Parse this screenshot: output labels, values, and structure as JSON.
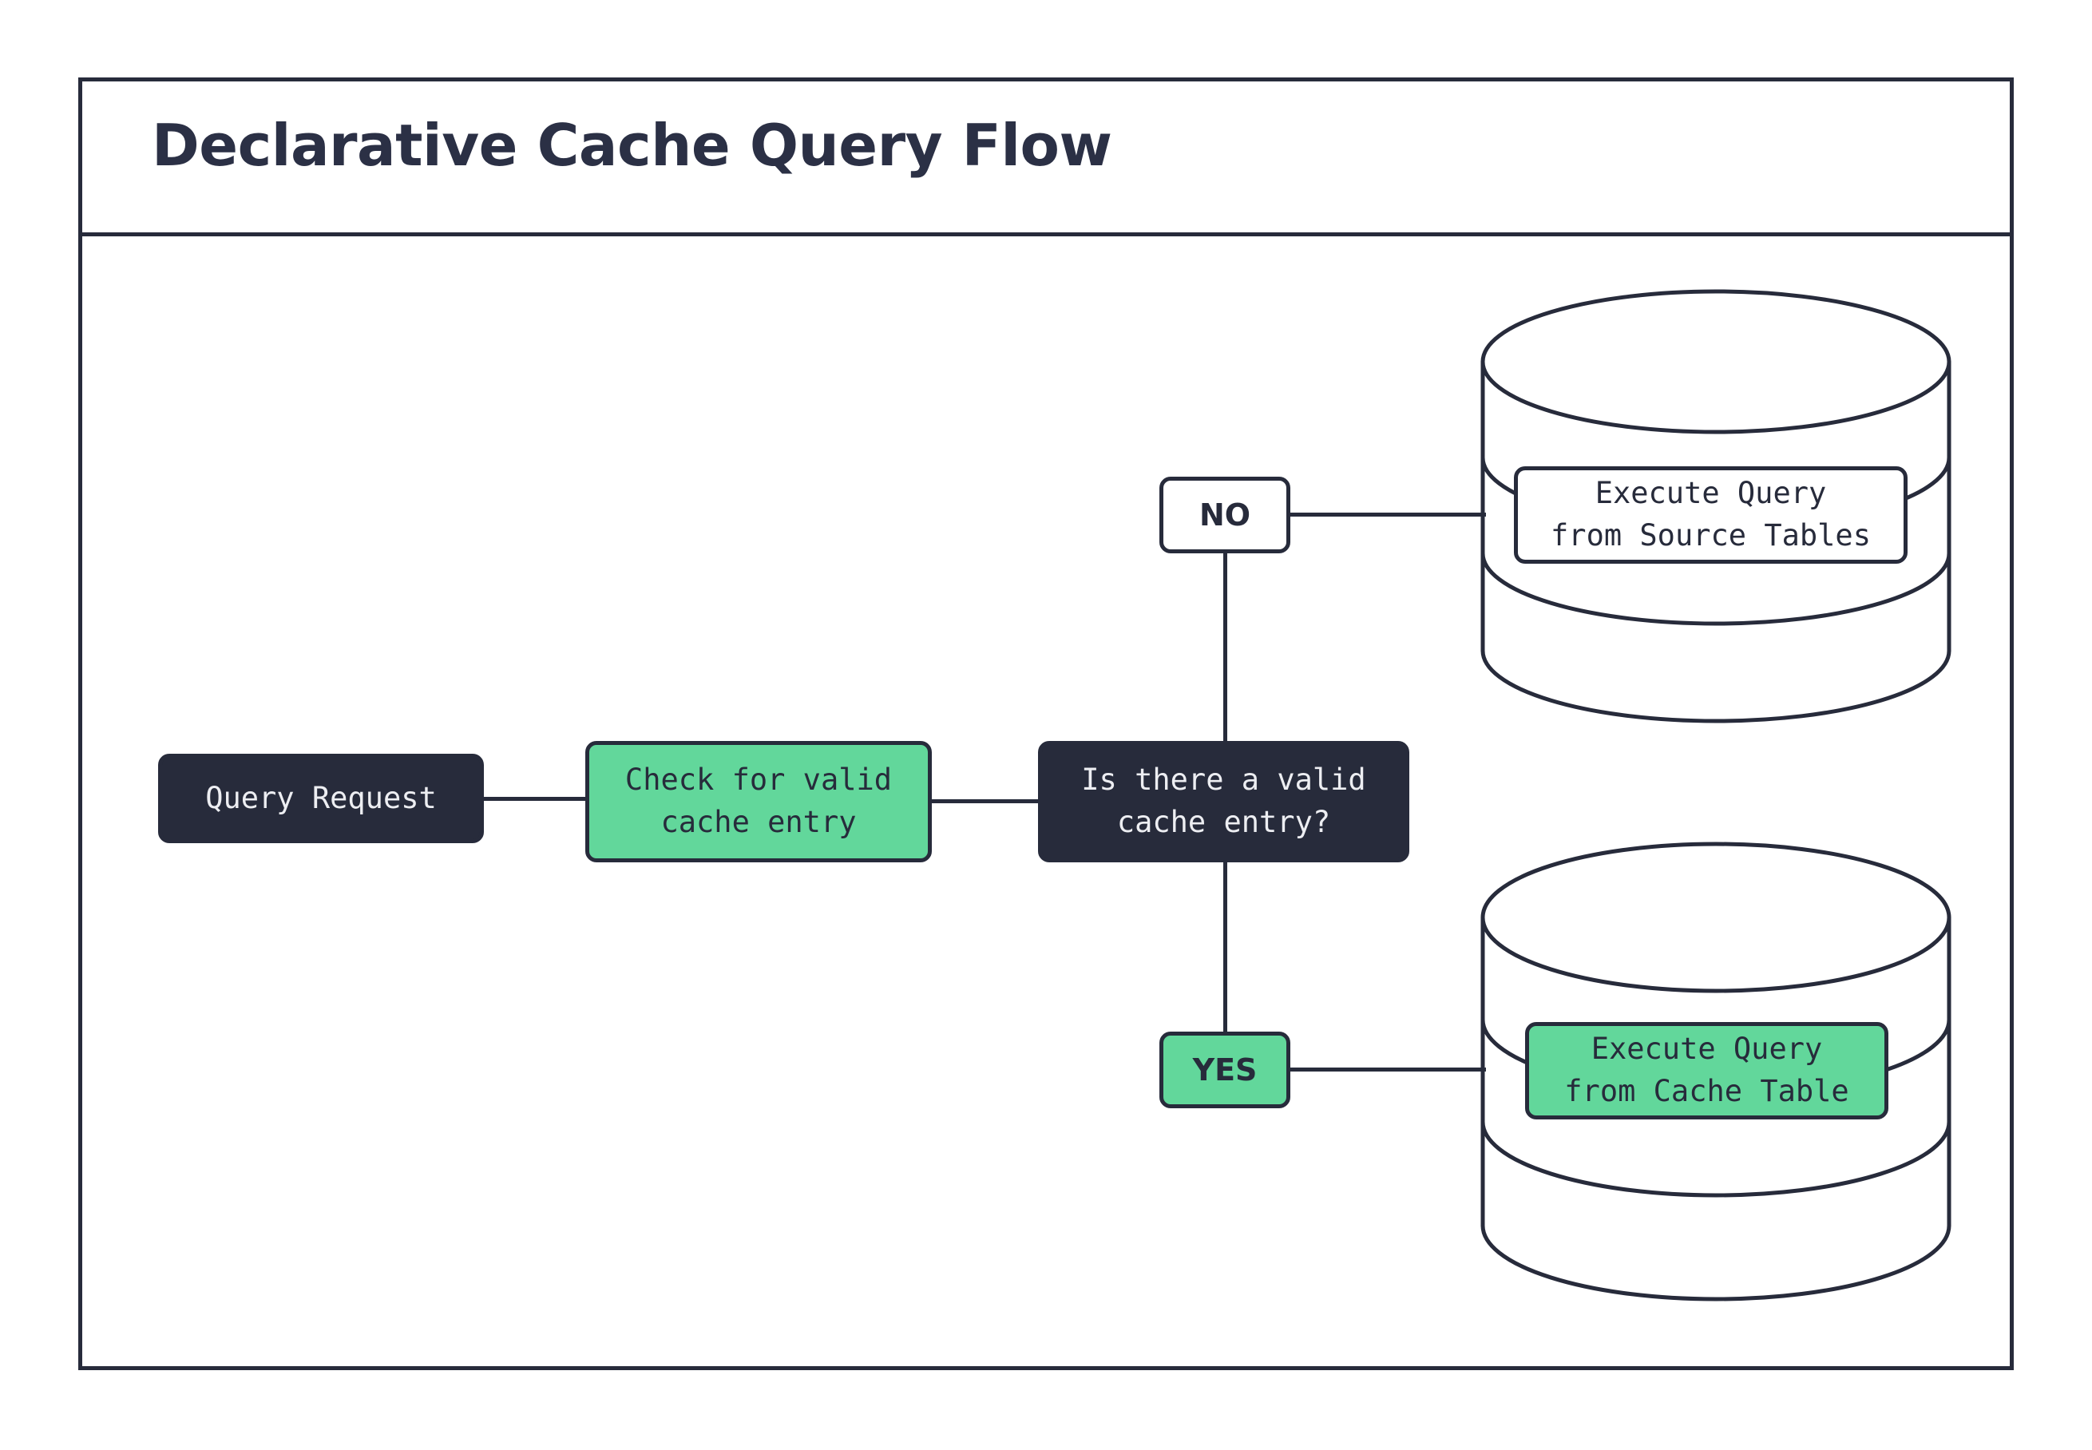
{
  "page": {
    "title": "Declarative Cache Query Flow",
    "background": "#ffffff"
  },
  "colors": {
    "ink": "#272B3B",
    "accent_green": "#62D79B",
    "surface": "#ffffff",
    "text_on_dark": "#EDEEF2"
  },
  "diagram": {
    "type": "flowchart",
    "direction": "left-to-right",
    "nodes": [
      {
        "id": "query-request",
        "label": "Query Request",
        "shape": "rounded-rect",
        "style": "dark"
      },
      {
        "id": "check-cache",
        "label": "Check for valid\ncache entry",
        "shape": "rounded-rect",
        "style": "green"
      },
      {
        "id": "decision",
        "label": "Is there a valid\ncache entry?",
        "shape": "rounded-rect",
        "style": "dark"
      },
      {
        "id": "source-db",
        "label": "Execute Query\nfrom Source Tables",
        "shape": "database-cylinder",
        "style": "white"
      },
      {
        "id": "cache-db",
        "label": "Execute Query\nfrom Cache Table",
        "shape": "database-cylinder",
        "style": "green"
      }
    ],
    "branch_labels": [
      {
        "id": "no",
        "label": "NO",
        "style": "white",
        "target": "source-db"
      },
      {
        "id": "yes",
        "label": "YES",
        "style": "green",
        "target": "cache-db"
      }
    ],
    "edges": [
      {
        "from": "query-request",
        "to": "check-cache",
        "label": ""
      },
      {
        "from": "check-cache",
        "to": "decision",
        "label": ""
      },
      {
        "from": "decision",
        "to": "no",
        "label": ""
      },
      {
        "from": "decision",
        "to": "yes",
        "label": ""
      },
      {
        "from": "no",
        "to": "source-db",
        "label": ""
      },
      {
        "from": "yes",
        "to": "cache-db",
        "label": ""
      }
    ]
  }
}
